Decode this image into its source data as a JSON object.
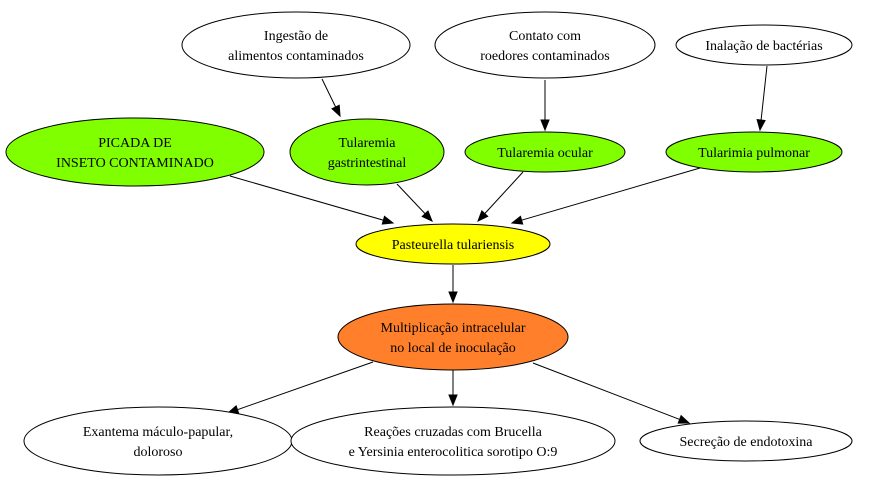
{
  "colors": {
    "white": "#ffffff",
    "green": "#7fff00",
    "yellow": "#ffff00",
    "orange": "#ff7f2a"
  },
  "nodes": [
    {
      "id": "ingestao",
      "lines": [
        "Ingestão de",
        "alimentos contaminados"
      ],
      "fill": "white"
    },
    {
      "id": "contato",
      "lines": [
        "Contato com",
        "roedores contaminados"
      ],
      "fill": "white"
    },
    {
      "id": "inalacao",
      "lines": [
        "Inalação de bactérias"
      ],
      "fill": "white"
    },
    {
      "id": "picada",
      "lines": [
        "PICADA DE",
        "INSETO CONTAMINADO"
      ],
      "fill": "green"
    },
    {
      "id": "tul-gastro",
      "lines": [
        "Tularemia",
        "gastrintestinal"
      ],
      "fill": "green"
    },
    {
      "id": "tul-ocular",
      "lines": [
        "Tularemia ocular"
      ],
      "fill": "green"
    },
    {
      "id": "tul-pulmonar",
      "lines": [
        "Tularimia pulmonar"
      ],
      "fill": "green"
    },
    {
      "id": "pasteurella",
      "lines": [
        "Pasteurella tulariensis"
      ],
      "fill": "yellow"
    },
    {
      "id": "multiplicacao",
      "lines": [
        "Multiplicação intracelular",
        "no local de inoculação"
      ],
      "fill": "orange"
    },
    {
      "id": "exantema",
      "lines": [
        "Exantema máculo-papular,",
        "doloroso"
      ],
      "fill": "white"
    },
    {
      "id": "reacoes",
      "lines": [
        "Reações cruzadas com Brucella",
        "e Yersinia enterocolitica sorotipo O:9"
      ],
      "fill": "white"
    },
    {
      "id": "secrecao",
      "lines": [
        "Secreção de endotoxina"
      ],
      "fill": "white"
    }
  ],
  "edges": [
    {
      "from": "ingestao",
      "to": "tul-gastro"
    },
    {
      "from": "contato",
      "to": "tul-ocular"
    },
    {
      "from": "inalacao",
      "to": "tul-pulmonar"
    },
    {
      "from": "picada",
      "to": "pasteurella"
    },
    {
      "from": "tul-gastro",
      "to": "pasteurella"
    },
    {
      "from": "tul-ocular",
      "to": "pasteurella"
    },
    {
      "from": "tul-pulmonar",
      "to": "pasteurella"
    },
    {
      "from": "pasteurella",
      "to": "multiplicacao"
    },
    {
      "from": "multiplicacao",
      "to": "exantema"
    },
    {
      "from": "multiplicacao",
      "to": "reacoes"
    },
    {
      "from": "multiplicacao",
      "to": "secrecao"
    }
  ]
}
